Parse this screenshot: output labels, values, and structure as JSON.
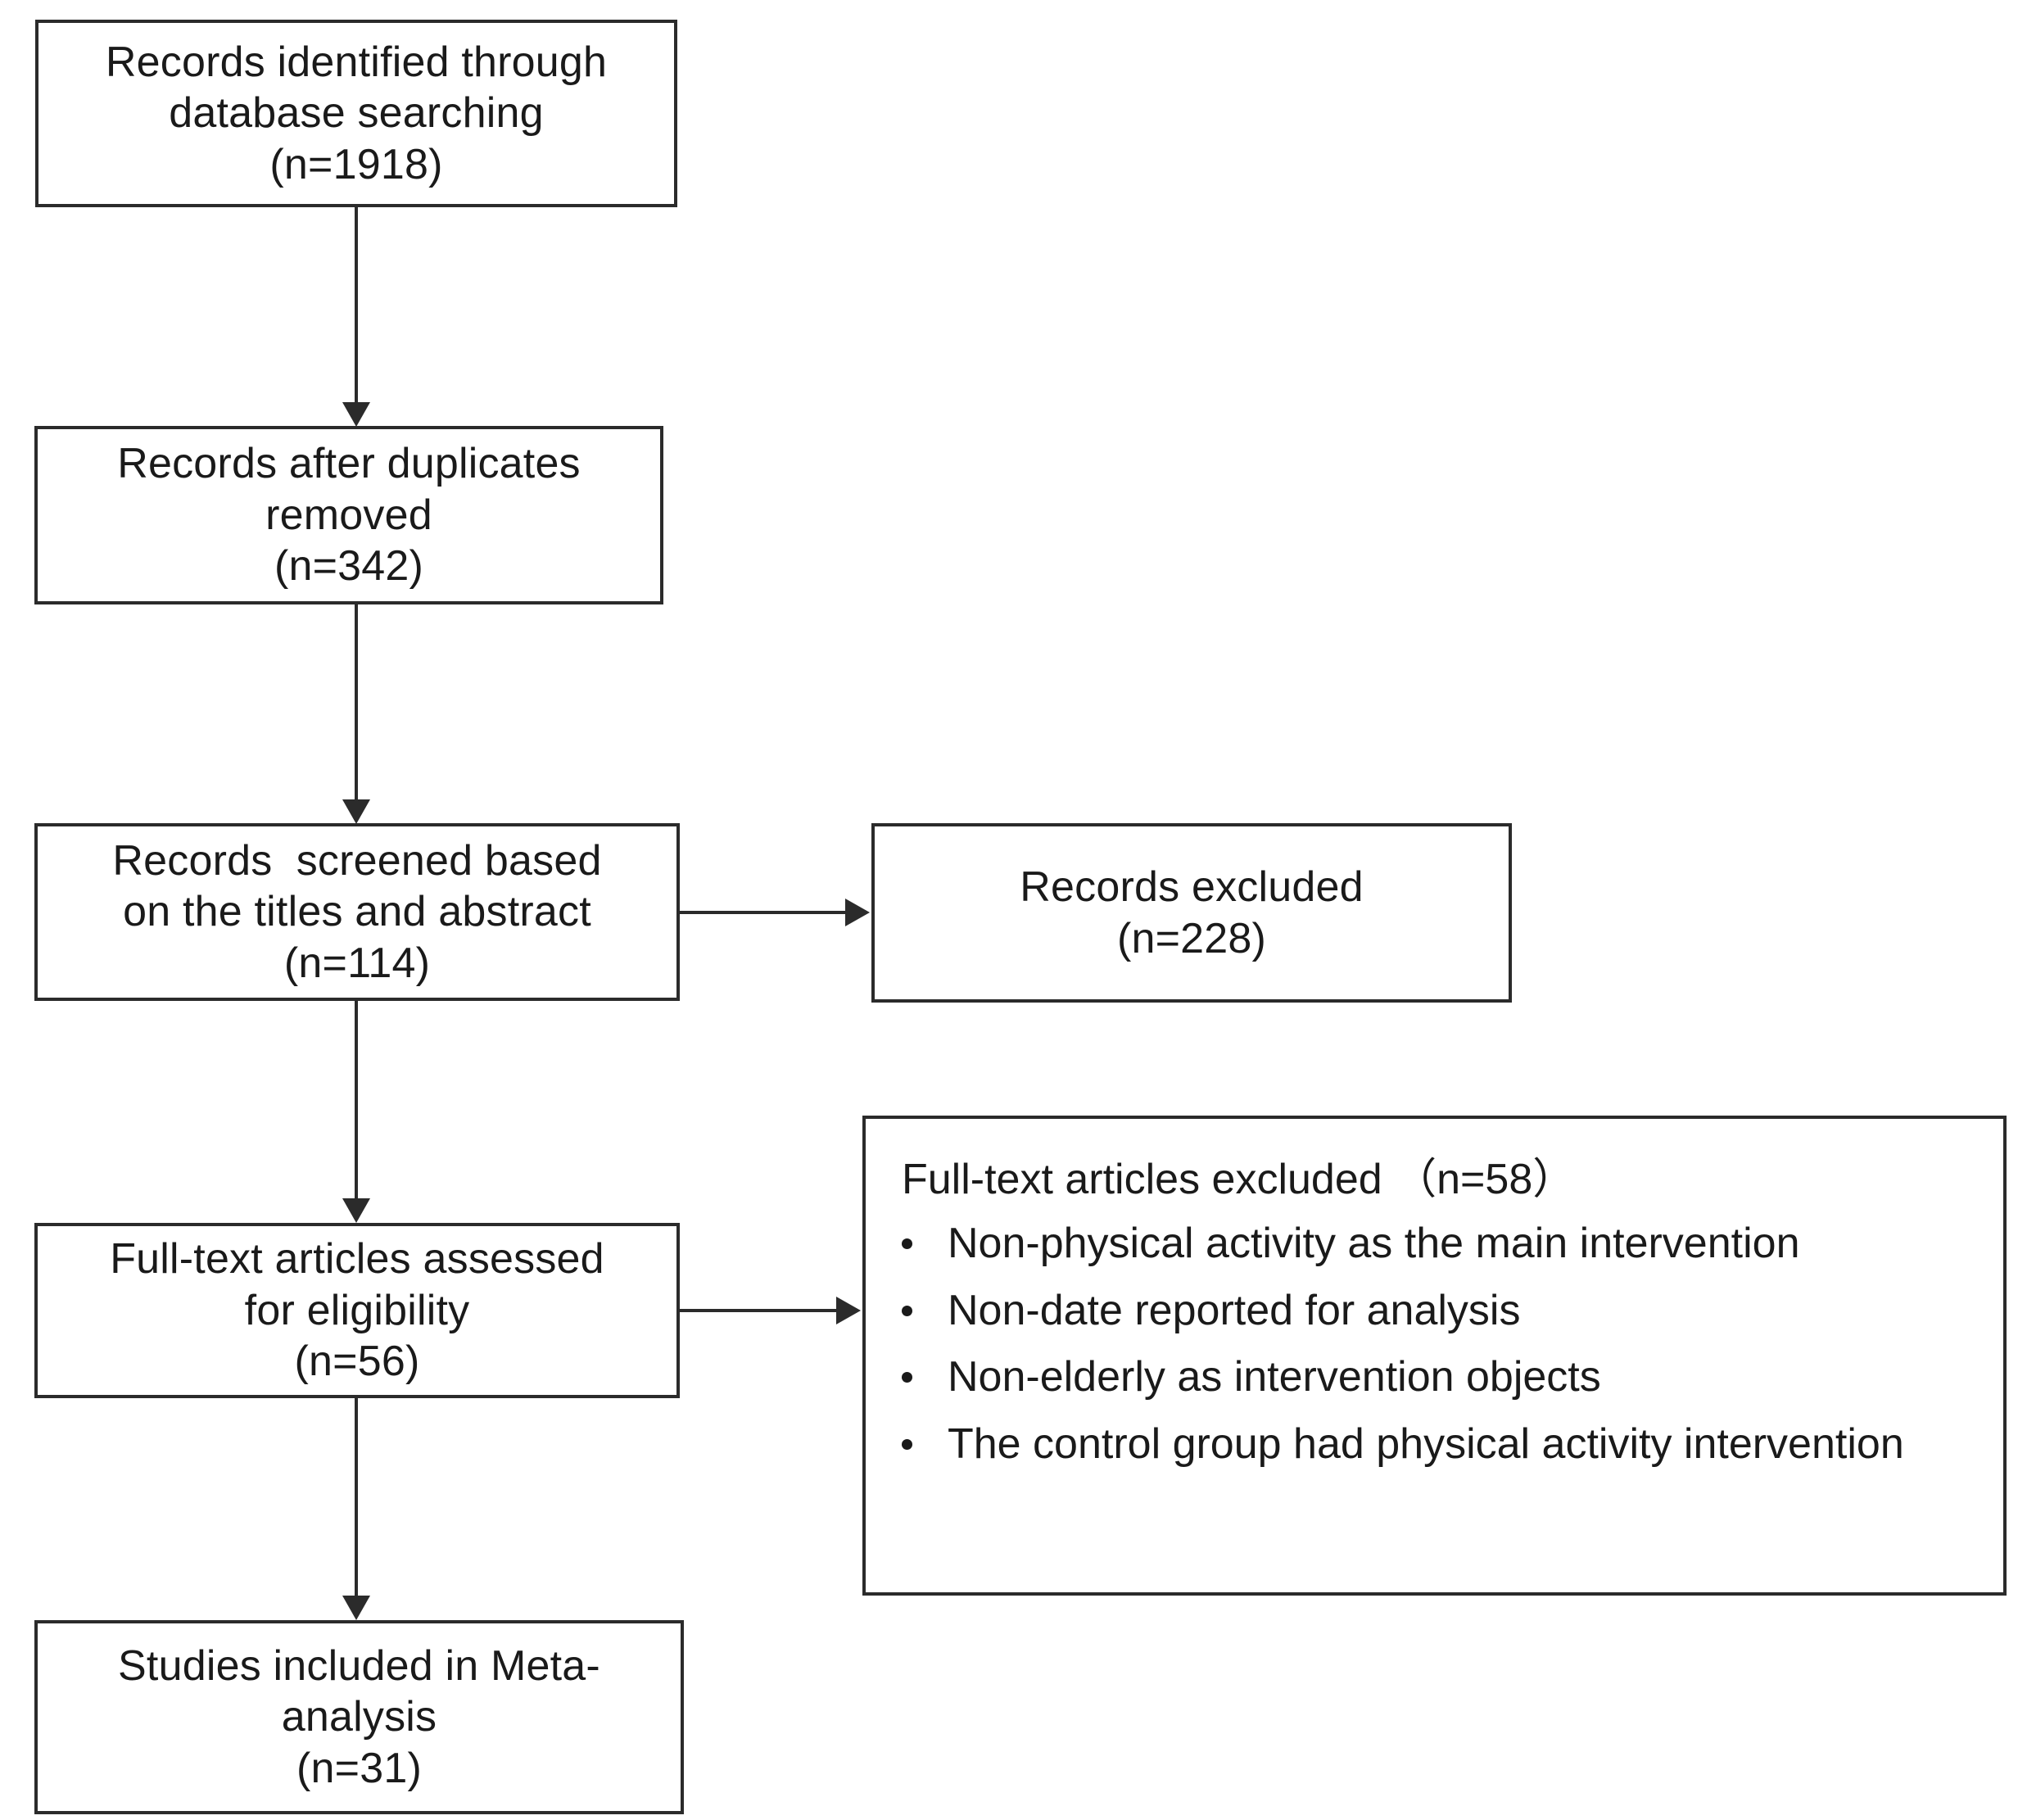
{
  "diagram": {
    "title": "PRISMA study selection flow diagram",
    "colors": {
      "stroke": "#2b2b2b",
      "text": "#1a1a1a",
      "background": "#ffffff"
    },
    "nodes": {
      "identified": {
        "line1": "Records identified through",
        "line2": "database searching",
        "line3": "(n=1918)",
        "count": 1918
      },
      "duplicates_removed": {
        "line1": "Records after duplicates",
        "line2": "removed",
        "line3": "(n=342)",
        "count": 342
      },
      "screened": {
        "line1": "Records  screened based",
        "line2": "on the titles and abstract",
        "line3": "(n=114)",
        "count": 114
      },
      "records_excluded": {
        "line1": "Records excluded",
        "line2": "(n=228)",
        "count": 228
      },
      "fulltext_assessed": {
        "line1": "Full-text articles assessed",
        "line2": "for eligibility",
        "line3": "(n=56)",
        "count": 56
      },
      "fulltext_excluded": {
        "title": "Full-text articles excluded （n=58）",
        "count": 58,
        "reasons": [
          "Non-physical activity as the main intervention",
          "Non-date reported for analysis",
          "Non-elderly as intervention objects",
          "The control group had physical activity intervention"
        ]
      },
      "included": {
        "line1": "Studies included in Meta-",
        "line2": "analysis",
        "line3": "(n=31)",
        "count": 31
      }
    }
  },
  "chart_data": {
    "type": "diagram",
    "title": "PRISMA study selection flow diagram",
    "stages": [
      {
        "label": "Records identified through database searching",
        "n": 1918
      },
      {
        "label": "Records after duplicates removed",
        "n": 342
      },
      {
        "label": "Records  screened based on the titles and abstract",
        "n": 114
      },
      {
        "label": "Records excluded",
        "n": 228
      },
      {
        "label": "Full-text articles assessed for eligibility",
        "n": 56
      },
      {
        "label": "Full-text articles excluded",
        "n": 58
      },
      {
        "label": "Studies included in Meta-analysis",
        "n": 31
      }
    ],
    "edges": [
      {
        "from": "Records identified through database searching",
        "to": "Records after duplicates removed"
      },
      {
        "from": "Records after duplicates removed",
        "to": "Records  screened based on the titles and abstract"
      },
      {
        "from": "Records  screened based on the titles and abstract",
        "to": "Full-text articles assessed for eligibility"
      },
      {
        "from": "Records  screened based on the titles and abstract",
        "to": "Records excluded"
      },
      {
        "from": "Full-text articles assessed for eligibility",
        "to": "Full-text articles excluded"
      },
      {
        "from": "Full-text articles assessed for eligibility",
        "to": "Studies included in Meta-analysis"
      }
    ]
  }
}
